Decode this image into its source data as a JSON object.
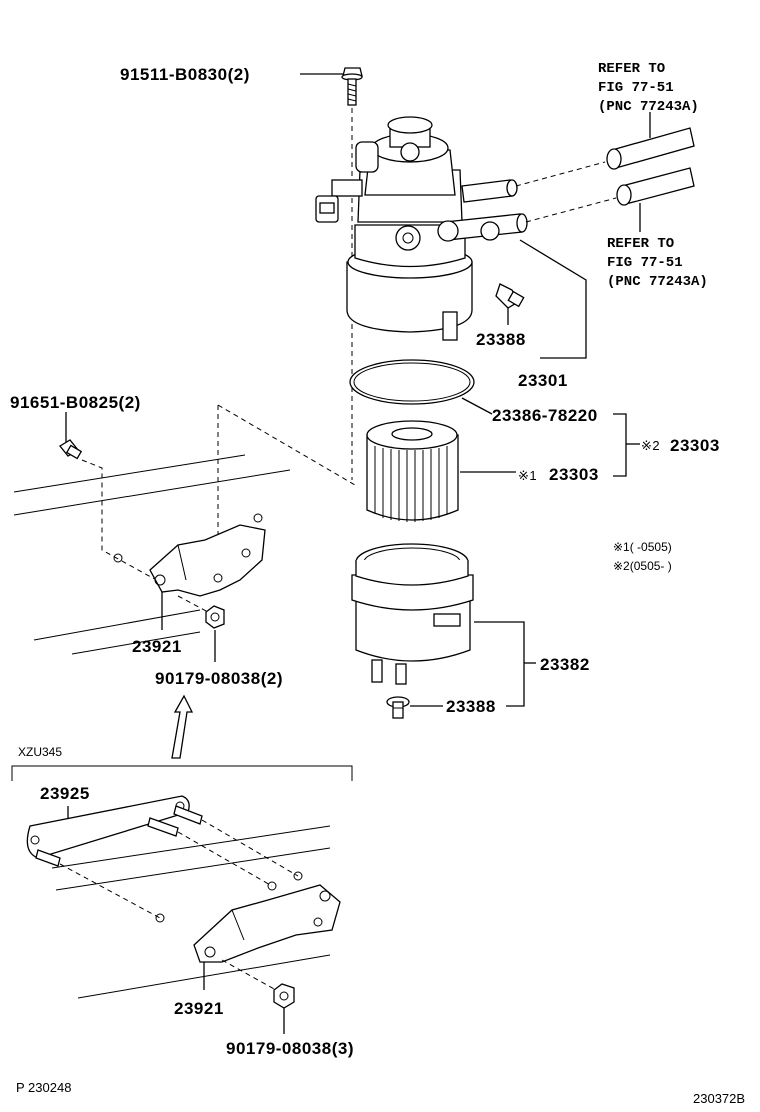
{
  "labels": {
    "bolt_top": "91511-B0830(2)",
    "refer_a_1": "REFER TO",
    "refer_a_2": "FIG 77-51",
    "refer_a_3": "(PNC 77243A)",
    "refer_b_1": "REFER TO",
    "refer_b_2": "FIG 77-51",
    "refer_b_3": "(PNC 77243A)",
    "plug_upper": "23388",
    "housing": "23301",
    "gasket": "23386-78220",
    "element_note2": "※2",
    "element_2": "23303",
    "element_note1": "※1",
    "element_1": "23303",
    "note_1": "※1(    -0505)",
    "note_2": "※2(0505-     )",
    "bolt_left": "91651-B0825(2)",
    "bracket_upper": "23921",
    "nut_upper": "90179-08038(2)",
    "cup": "23382",
    "plug_lower": "23388",
    "variant": "XZU345",
    "plate": "23925",
    "bracket_lower": "23921",
    "nut_lower": "90179-08038(3)",
    "footer_left": "P 230248",
    "footer_right": "230372B"
  }
}
